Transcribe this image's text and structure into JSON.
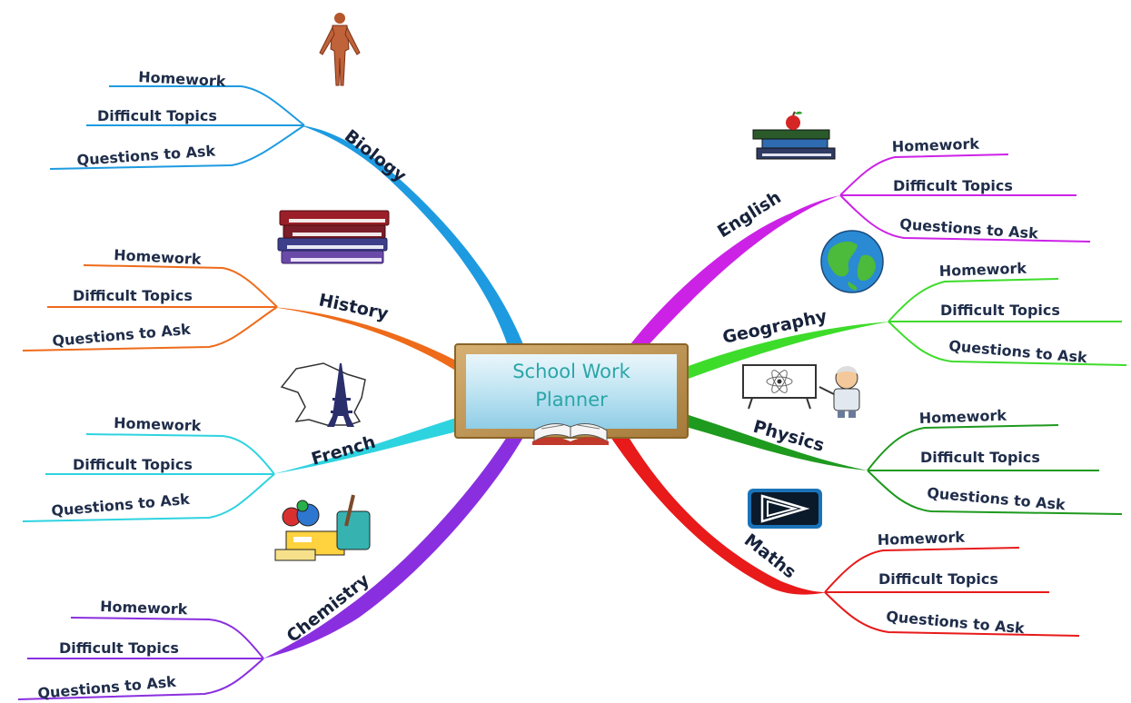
{
  "center": {
    "line1": "School Work",
    "line2": "Planner"
  },
  "branches": [
    {
      "subject": "Biology",
      "color": "#1e9be0",
      "icon": "human-anatomy-icon",
      "items": [
        "Homework",
        "Difficult Topics",
        "Questions to Ask"
      ]
    },
    {
      "subject": "History",
      "color": "#ee6b1a",
      "icon": "book-stack-icon",
      "items": [
        "Homework",
        "Difficult Topics",
        "Questions to Ask"
      ]
    },
    {
      "subject": "French",
      "color": "#2ed3e0",
      "icon": "eiffel-tower-icon",
      "items": [
        "Homework",
        "Difficult Topics",
        "Questions to Ask"
      ]
    },
    {
      "subject": "Chemistry",
      "color": "#8a2fe0",
      "icon": "chemistry-clipart-icon",
      "items": [
        "Homework",
        "Difficult Topics",
        "Questions to Ask"
      ]
    },
    {
      "subject": "English",
      "color": "#cc22e6",
      "icon": "books-apple-icon",
      "items": [
        "Homework",
        "Difficult Topics",
        "Questions to Ask"
      ]
    },
    {
      "subject": "Geography",
      "color": "#3ddc2a",
      "icon": "globe-icon",
      "items": [
        "Homework",
        "Difficult Topics",
        "Questions to Ask"
      ]
    },
    {
      "subject": "Physics",
      "color": "#1e9a1e",
      "icon": "scientist-board-icon",
      "items": [
        "Homework",
        "Difficult Topics",
        "Questions to Ask"
      ]
    },
    {
      "subject": "Maths",
      "color": "#e81a1a",
      "icon": "geometry-shape-icon",
      "items": [
        "Homework",
        "Difficult Topics",
        "Questions to Ask"
      ]
    }
  ]
}
